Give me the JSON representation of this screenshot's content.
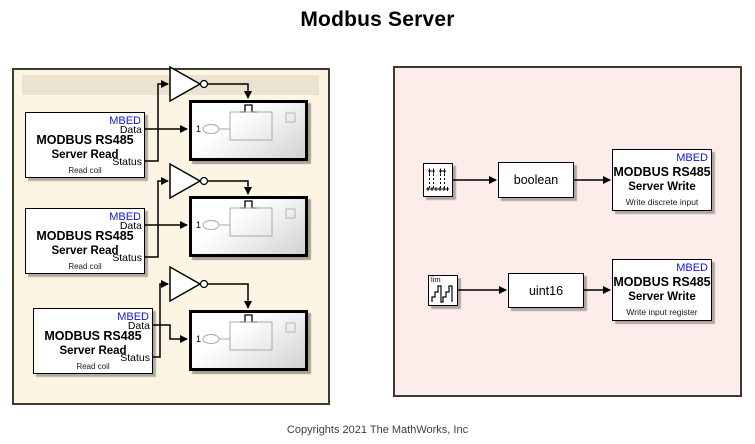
{
  "title": "Modbus Server",
  "footer": {
    "copyright": "Copyrights 2021 The MathWorks, Inc"
  },
  "colors": {
    "mbed_label": "#1414d2",
    "left_panel_bg": "#fdf5e3",
    "left_panel_strip": "#ebe2cf",
    "right_panel_bg": "#fdedea",
    "panel_border": "#3e3a33",
    "block_bg": "#ffffff",
    "wire": "#000000"
  },
  "left_panel": {
    "read_blocks": [
      {
        "tag": "MBED",
        "title": "MODBUS RS485",
        "subtitle": "Server Read",
        "caption": "Read coil",
        "ports": {
          "data": "Data",
          "status": "Status"
        }
      },
      {
        "tag": "MBED",
        "title": "MODBUS RS485",
        "subtitle": "Server Read",
        "caption": "Read coil",
        "ports": {
          "data": "Data",
          "status": "Status"
        }
      },
      {
        "tag": "MBED",
        "title": "MODBUS RS485",
        "subtitle": "Server Read",
        "caption": "Read coil",
        "ports": {
          "data": "Data",
          "status": "Status"
        }
      }
    ],
    "subsystems": [
      {
        "inport": "1"
      },
      {
        "inport": "1"
      },
      {
        "inport": "1"
      }
    ]
  },
  "right_panel": {
    "rows": [
      {
        "source_icon": "pulse-train-icon",
        "converter": "boolean",
        "write": {
          "tag": "MBED",
          "title": "MODBUS RS485",
          "subtitle": "Server Write",
          "caption": "Write discrete input"
        }
      },
      {
        "source_icon": "counter-limited-icon",
        "source_label": "lim",
        "converter": "uint16",
        "write": {
          "tag": "MBED",
          "title": "MODBUS RS485",
          "subtitle": "Server Write",
          "caption": "Write input register"
        }
      }
    ]
  }
}
